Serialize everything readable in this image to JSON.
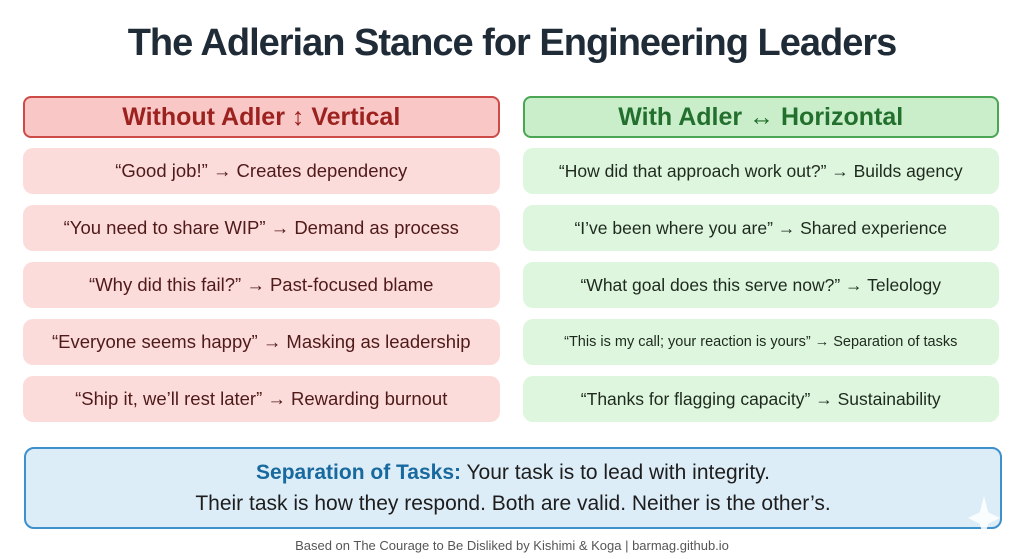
{
  "title": "The Adlerian Stance for Engineering Leaders",
  "columns": {
    "left": {
      "header": "Without Adler ↕ Vertical",
      "rows": [
        "“Good job!” → Creates dependency",
        "“You need to share WIP” → Demand as process",
        "“Why did this fail?” → Past-focused blame",
        "“Everyone seems happy” → Masking as leadership",
        "“Ship it, we’ll rest later” → Rewarding burnout"
      ]
    },
    "right": {
      "header": "With Adler ↔ Horizontal",
      "rows": [
        "“How did that approach work out?” → Builds agency",
        "“I’ve been where you are” → Shared experience",
        "“What goal does this serve now?” → Teleology",
        "“This is my call; your reaction is yours” → Separation of tasks",
        "“Thanks for flagging capacity” → Sustainability"
      ]
    }
  },
  "summary": {
    "label": "Separation of Tasks:",
    "line1_rest": " Your task is to lead with integrity.",
    "line2": "Their task is how they respond. Both are valid. Neither is the other’s."
  },
  "footer": "Based on The Courage to Be Disliked by Kishimi & Koga | barmag.github.io",
  "icons": {
    "sparkle": "four-point-sparkle"
  },
  "colors": {
    "title_text": "#1f2b36",
    "left_border": "#cc4b47",
    "left_header_bg": "#f9c7c6",
    "left_header_text": "#9c2220",
    "left_row_bg": "#fbdcdb",
    "left_row_text": "#4f1a18",
    "right_border": "#4aa555",
    "right_header_bg": "#c9eec9",
    "right_header_text": "#23702e",
    "right_row_bg": "#def5de",
    "right_row_text": "#1e2a1e",
    "summary_border": "#3e90cb",
    "summary_bg": "#ddedf8",
    "summary_accent": "#17699e"
  }
}
